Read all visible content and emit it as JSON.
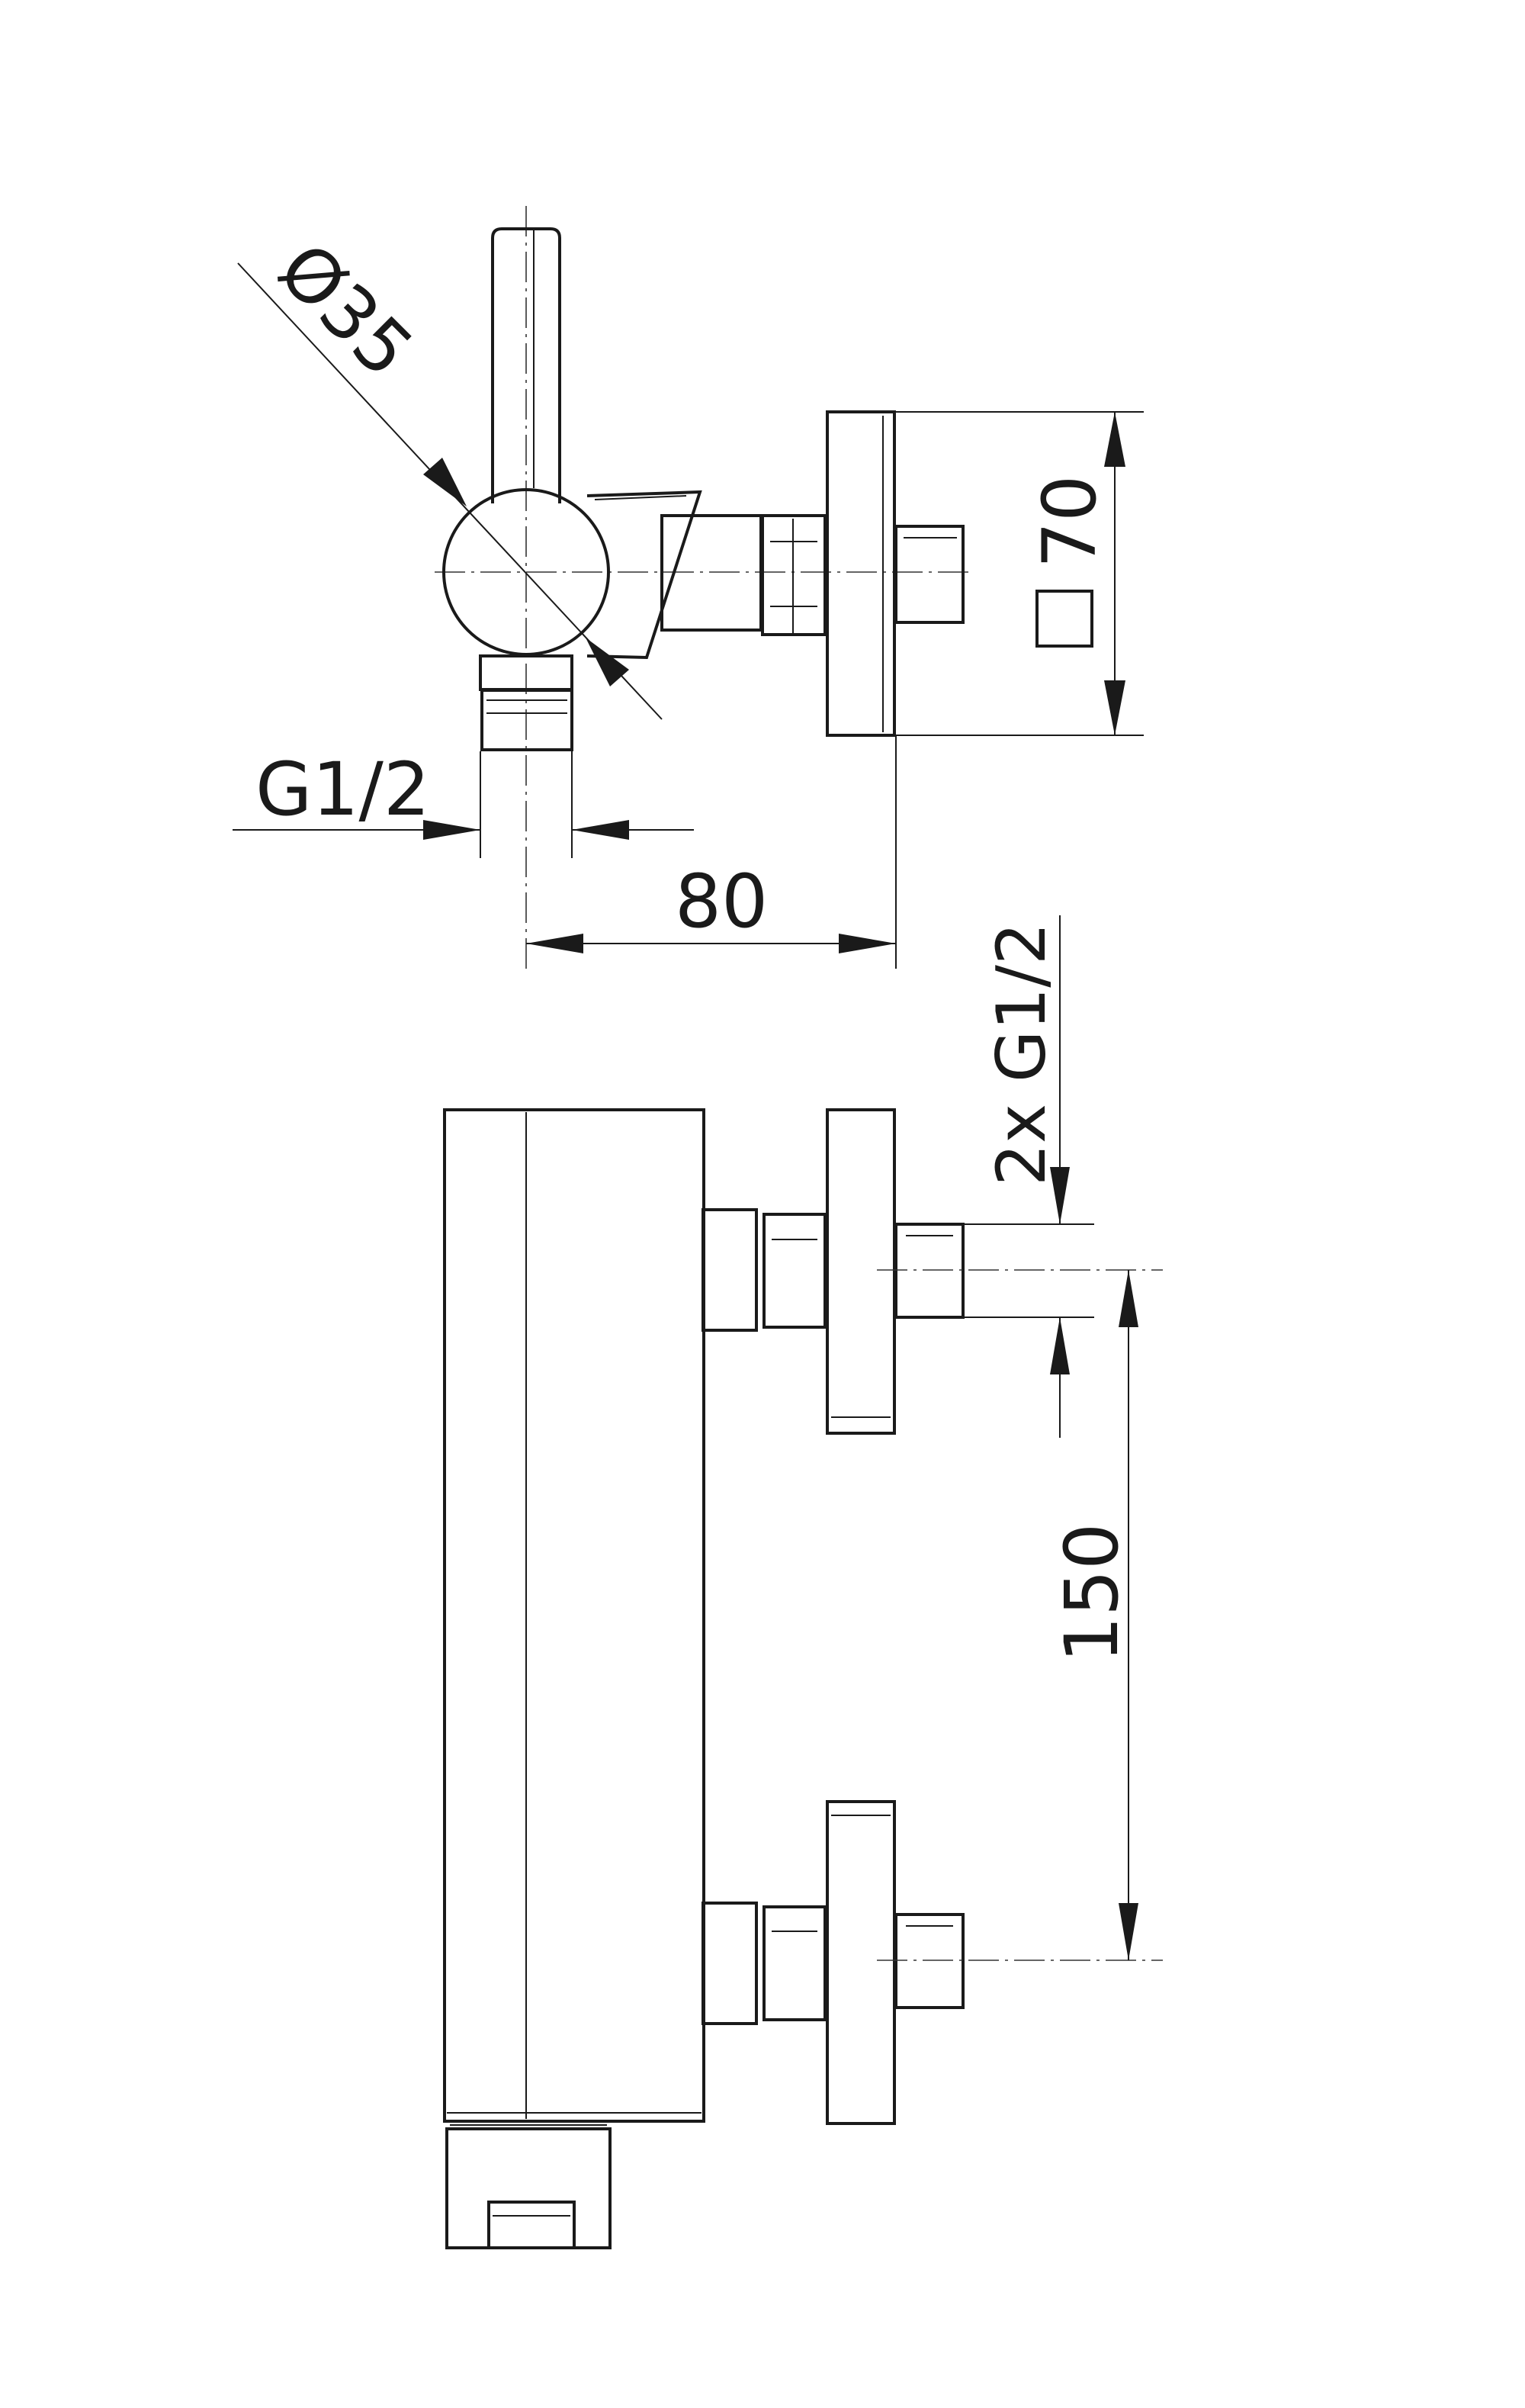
{
  "dimensions": {
    "diameter": "Ø35",
    "square": "70",
    "thread_outlet": "G1/2",
    "projection": "80",
    "inlet_thread": "2x G1/2",
    "center_distance": "150"
  },
  "colors": {
    "line": "#1a1a1a",
    "background": "#ffffff"
  }
}
